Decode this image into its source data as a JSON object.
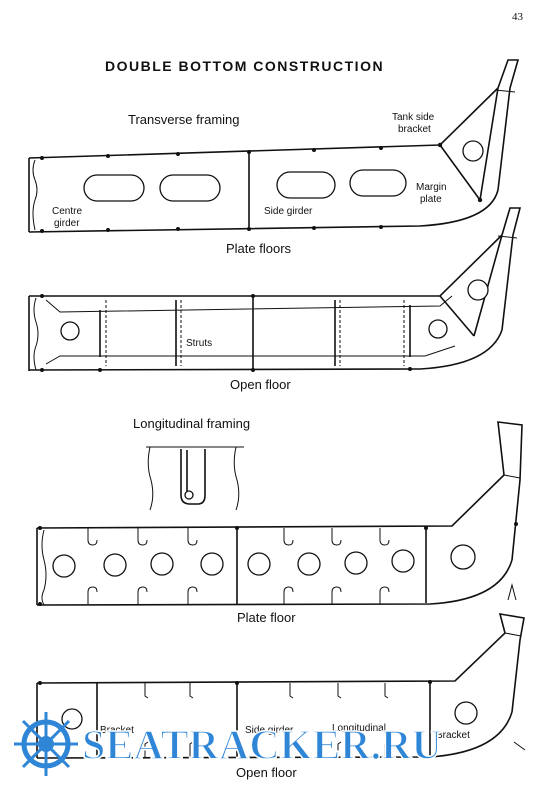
{
  "page_number": "43",
  "title": "DOUBLE BOTTOM CONSTRUCTION",
  "section_transverse": "Transverse framing",
  "section_longitudinal": "Longitudinal framing",
  "labels": {
    "tank_side_bracket_1": "Tank side",
    "tank_side_bracket_2": "bracket",
    "margin_plate_1": "Margin",
    "margin_plate_2": "plate",
    "centre_girder_1": "Centre",
    "centre_girder_2": "girder",
    "side_girder": "Side girder",
    "struts": "Struts",
    "bracket_left": "Bracket",
    "side_girder_2": "Side girder",
    "longitudinal": "Longitudinal",
    "bracket_right": "Bracket"
  },
  "captions": {
    "fig1": "Plate floors",
    "fig2": "Open floor",
    "fig3": "Plate floor",
    "fig4": "Open floor"
  },
  "watermark": "SEATRACKER.RU",
  "colors": {
    "ink": "#111111",
    "watermark": "#2f86d6"
  }
}
